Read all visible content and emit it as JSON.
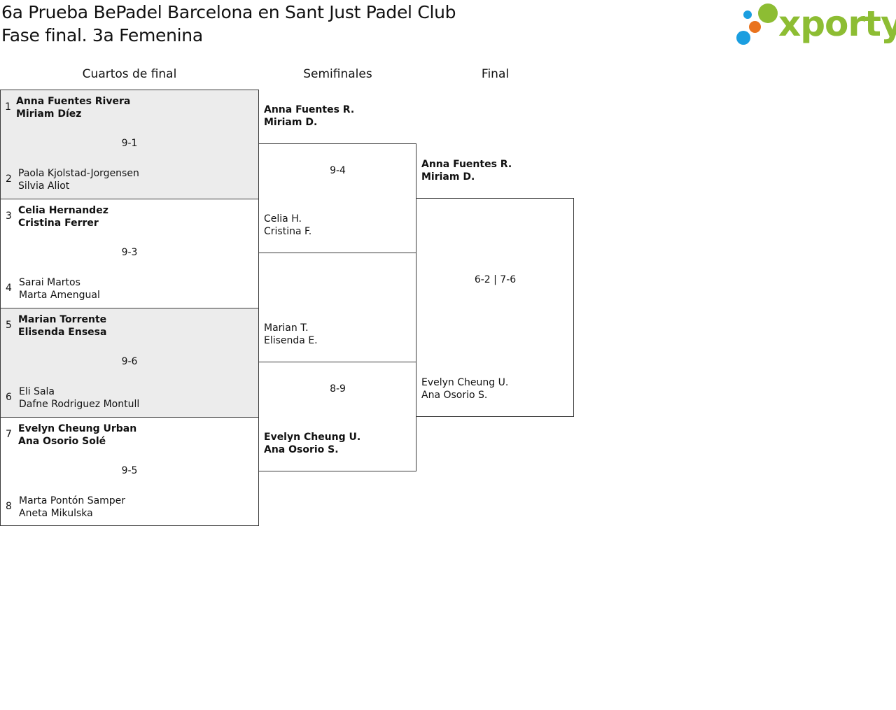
{
  "header": {
    "title_line1": "6a Prueba BePadel Barcelona en Sant Just Padel Club",
    "title_line2": "Fase final. 3a Femenina"
  },
  "logo": {
    "text": "xporty",
    "colors": {
      "green": "#8dbd33",
      "blue": "#1a9ee0",
      "orange": "#e9731e"
    }
  },
  "rounds": {
    "quarterfinals": "Cuartos de final",
    "semifinals": "Semifinales",
    "final": "Final"
  },
  "quarterfinals": [
    {
      "score": "9-1",
      "top": {
        "seed": "1",
        "p1": "Anna Fuentes Rivera",
        "p2": "Miriam Díez"
      },
      "bottom": {
        "seed": "2",
        "p1": "Paola Kjolstad-Jorgensen",
        "p2": "Silvia Aliot"
      }
    },
    {
      "score": "9-3",
      "top": {
        "seed": "3",
        "p1": "Celia Hernandez",
        "p2": "Cristina Ferrer"
      },
      "bottom": {
        "seed": "4",
        "p1": "Sarai Martos",
        "p2": "Marta Amengual"
      }
    },
    {
      "score": "9-6",
      "top": {
        "seed": "5",
        "p1": "Marian Torrente",
        "p2": "Elisenda Ensesa"
      },
      "bottom": {
        "seed": "6",
        "p1": "Eli Sala",
        "p2": "Dafne Rodriguez Montull"
      }
    },
    {
      "score": "9-5",
      "top": {
        "seed": "7",
        "p1": "Evelyn Cheung Urban",
        "p2": "Ana Osorio Solé"
      },
      "bottom": {
        "seed": "8",
        "p1": "Marta Pontón Samper",
        "p2": "Aneta Mikulska"
      }
    }
  ],
  "semifinals": [
    {
      "score": "9-4",
      "top": {
        "p1": "Anna Fuentes R.",
        "p2": "Miriam D."
      },
      "bottom": {
        "p1": "Celia H.",
        "p2": "Cristina F."
      }
    },
    {
      "score": "8-9",
      "top": {
        "p1": "Marian T.",
        "p2": "Elisenda E."
      },
      "bottom": {
        "p1": "Evelyn Cheung U.",
        "p2": "Ana Osorio S."
      }
    }
  ],
  "final": {
    "score": "6-2 | 7-6",
    "top": {
      "p1": "Anna Fuentes R.",
      "p2": "Miriam D."
    },
    "bottom": {
      "p1": "Evelyn Cheung U.",
      "p2": "Ana Osorio S."
    }
  }
}
